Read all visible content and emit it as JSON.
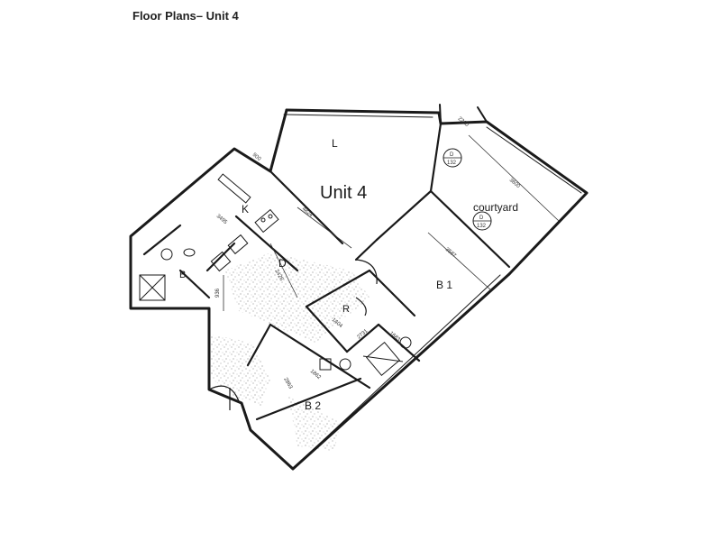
{
  "title": "Floor Plans– Unit 4",
  "unit_label": "Unit 4",
  "rooms": {
    "living": "L",
    "kitchen": "K",
    "dining": "D",
    "bath": "B",
    "bedroom1": "B 1",
    "bedroom2": "B 2",
    "robe": "R",
    "courtyard": "courtyard"
  },
  "dimensions": {
    "d_2210": "2210",
    "d_3600": "3600",
    "d_4824": "4824",
    "d_3587": "3587",
    "d_2426": "2426",
    "d_936": "936",
    "d_2863": "2863",
    "d_1404": "1404",
    "d_2731": "2731",
    "d_3495": "3495",
    "d_1862": "1862",
    "d_1683": "1683",
    "d_900": "900"
  },
  "markers": {
    "marker_top": "D",
    "marker_top_sub": "132",
    "marker_court": "D",
    "marker_court_sub": "132"
  }
}
